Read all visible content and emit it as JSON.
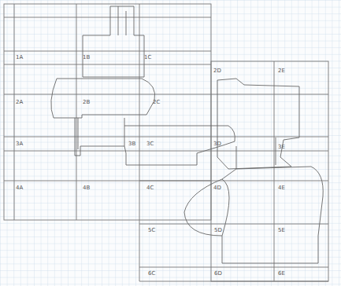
{
  "diagram": {
    "labels": [
      "1A",
      "1B",
      "1C",
      "2D",
      "2E",
      "2A",
      "2B",
      "2C",
      "3A",
      "3B",
      "3C",
      "3D",
      "3E",
      "4A",
      "4B",
      "4C",
      "4D",
      "4E",
      "5C",
      "5D",
      "5E",
      "6C",
      "6D",
      "6E"
    ]
  }
}
